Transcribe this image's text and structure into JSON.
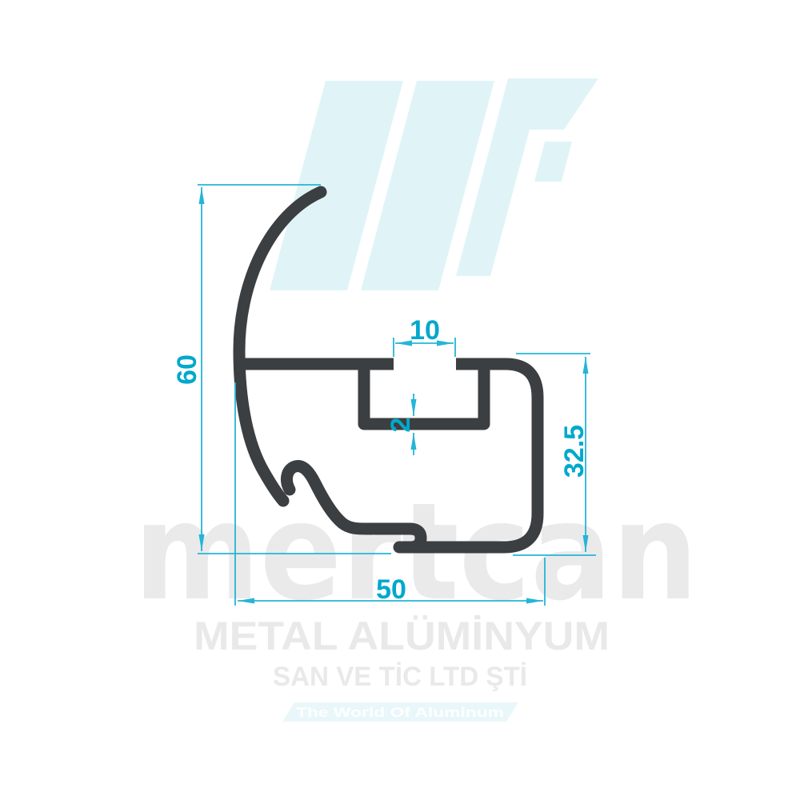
{
  "brand": {
    "watermark_word": "mertcan",
    "company_line1": "METAL ALÜMİNYUM",
    "company_line2": "SAN VE TİC LTD ŞTİ",
    "slogan": "The World Of Aluminum"
  },
  "dimensions": {
    "overall_height": "60",
    "slot_opening_width": "10",
    "slot_bottom_thickness": "2",
    "right_side_height": "32.5",
    "overall_width": "50"
  },
  "colors": {
    "dimension_line": "#25b5d6",
    "dimension_text": "#00a8cc",
    "profile_stroke": "#3b3f42",
    "logo_watermark_tint": "#e0f4f8",
    "text_watermark_gray": "#e9e9e9",
    "banner_background": "#e9f7fa",
    "banner_text": "#ffffff"
  }
}
